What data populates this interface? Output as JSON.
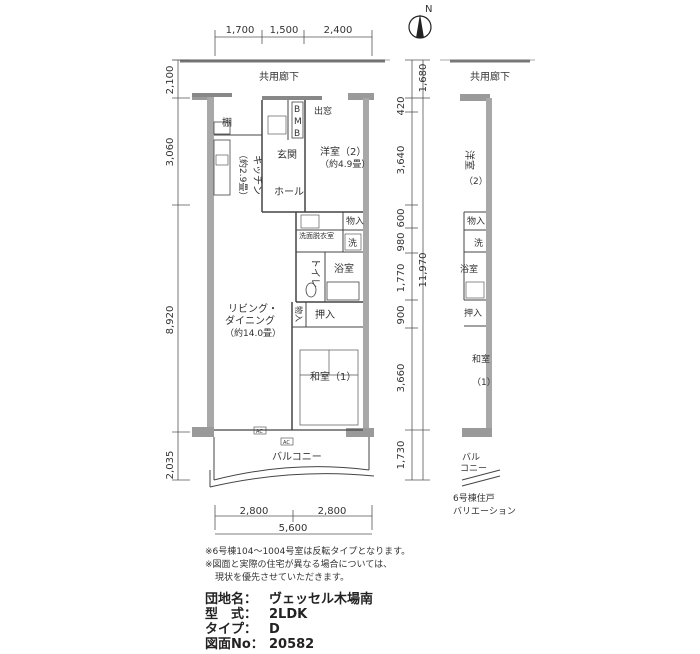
{
  "dimensions": {
    "top": [
      "1,700",
      "1,500",
      "2,400"
    ],
    "bottom_parts": [
      "2,800",
      "2,800"
    ],
    "bottom_total": "5,600",
    "left": [
      "2,100",
      "3,060",
      "8,920",
      "2,035"
    ],
    "right_inner": [
      "420",
      "3,640",
      "600",
      "980",
      "1,770",
      "900",
      "3,660",
      "1,730"
    ],
    "right_outer_top": "1,680",
    "right_total": "11,970"
  },
  "compass": "N",
  "rooms": {
    "corridor": "共用廊下",
    "storage": "棚",
    "kitchen": "キッチン",
    "kitchen_size": "（約2.9畳）",
    "genkan": "玄関",
    "youshitsu": "洋室（2）",
    "youshitsu_size": "（約4.9畳）",
    "hall": "ホール",
    "entrance_door": "出窓",
    "mb": [
      "B",
      "M",
      "B"
    ],
    "monoire": "物入",
    "senmen": "洗面脱衣室",
    "sen": "洗",
    "toilet": "トイレ",
    "bath": "浴室",
    "oshiire": "押入",
    "living": "リビング・",
    "dining": "ダイニング",
    "living_size": "（約14.0畳）",
    "washitsu": "和室（1）",
    "balcony": "バルコニー",
    "ac": "AC"
  },
  "variation": {
    "corridor": "共用廊下",
    "youshitsu": "洋室",
    "youshitsu_num": "（2）",
    "monoire": "物入",
    "sen": "洗",
    "bath": "浴室",
    "oshiire": "押入",
    "washitsu": "和室",
    "washitsu_num": "（1）",
    "balcony_1": "バル",
    "balcony_2": "コニー",
    "caption_1": "6号棟住戸",
    "caption_2": "バリエーション"
  },
  "notes": [
    "※6号棟104～1004号室は反転タイプとなります。",
    "※図面と実際の住宅が異なる場合については、",
    "現状を優先させていただきます。"
  ],
  "info": {
    "danchi_label": "団地名：",
    "danchi_value": "ヴェッセル木場南",
    "katashiki_label": "型　式：",
    "katashiki_value": "2LDK",
    "type_label": "タイプ：",
    "type_value": "D",
    "zumen_label": "図面No：",
    "zumen_value": "20582"
  }
}
